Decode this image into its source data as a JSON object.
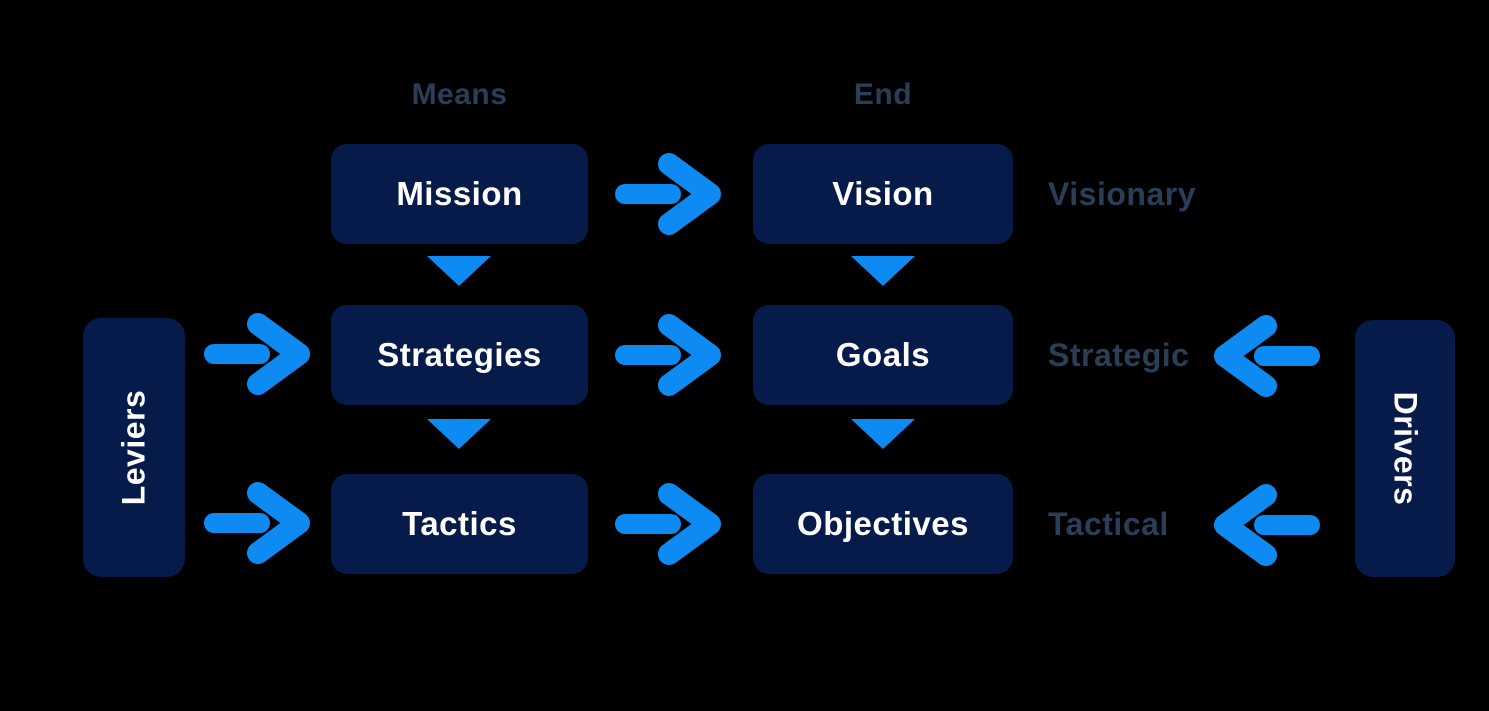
{
  "colors": {
    "bg": "#000000",
    "box": "#061B4A",
    "arrow": "#0E8BF2",
    "slate": "#2A3E58",
    "boxtext": "#FFFFFF"
  },
  "headers": {
    "means": "Means",
    "end": "End"
  },
  "rows": [
    {
      "means": "Mission",
      "end": "Vision",
      "level": "Visionary"
    },
    {
      "means": "Strategies",
      "end": "Goals",
      "level": "Strategic"
    },
    {
      "means": "Tactics",
      "end": "Objectives",
      "level": "Tactical"
    }
  ],
  "sidebars": {
    "left": "Leviers",
    "right": "Drivers"
  },
  "icons": {
    "right_arrow": "arrow-right-icon",
    "left_arrow": "arrow-left-icon",
    "down_arrow": "arrow-down-icon"
  }
}
